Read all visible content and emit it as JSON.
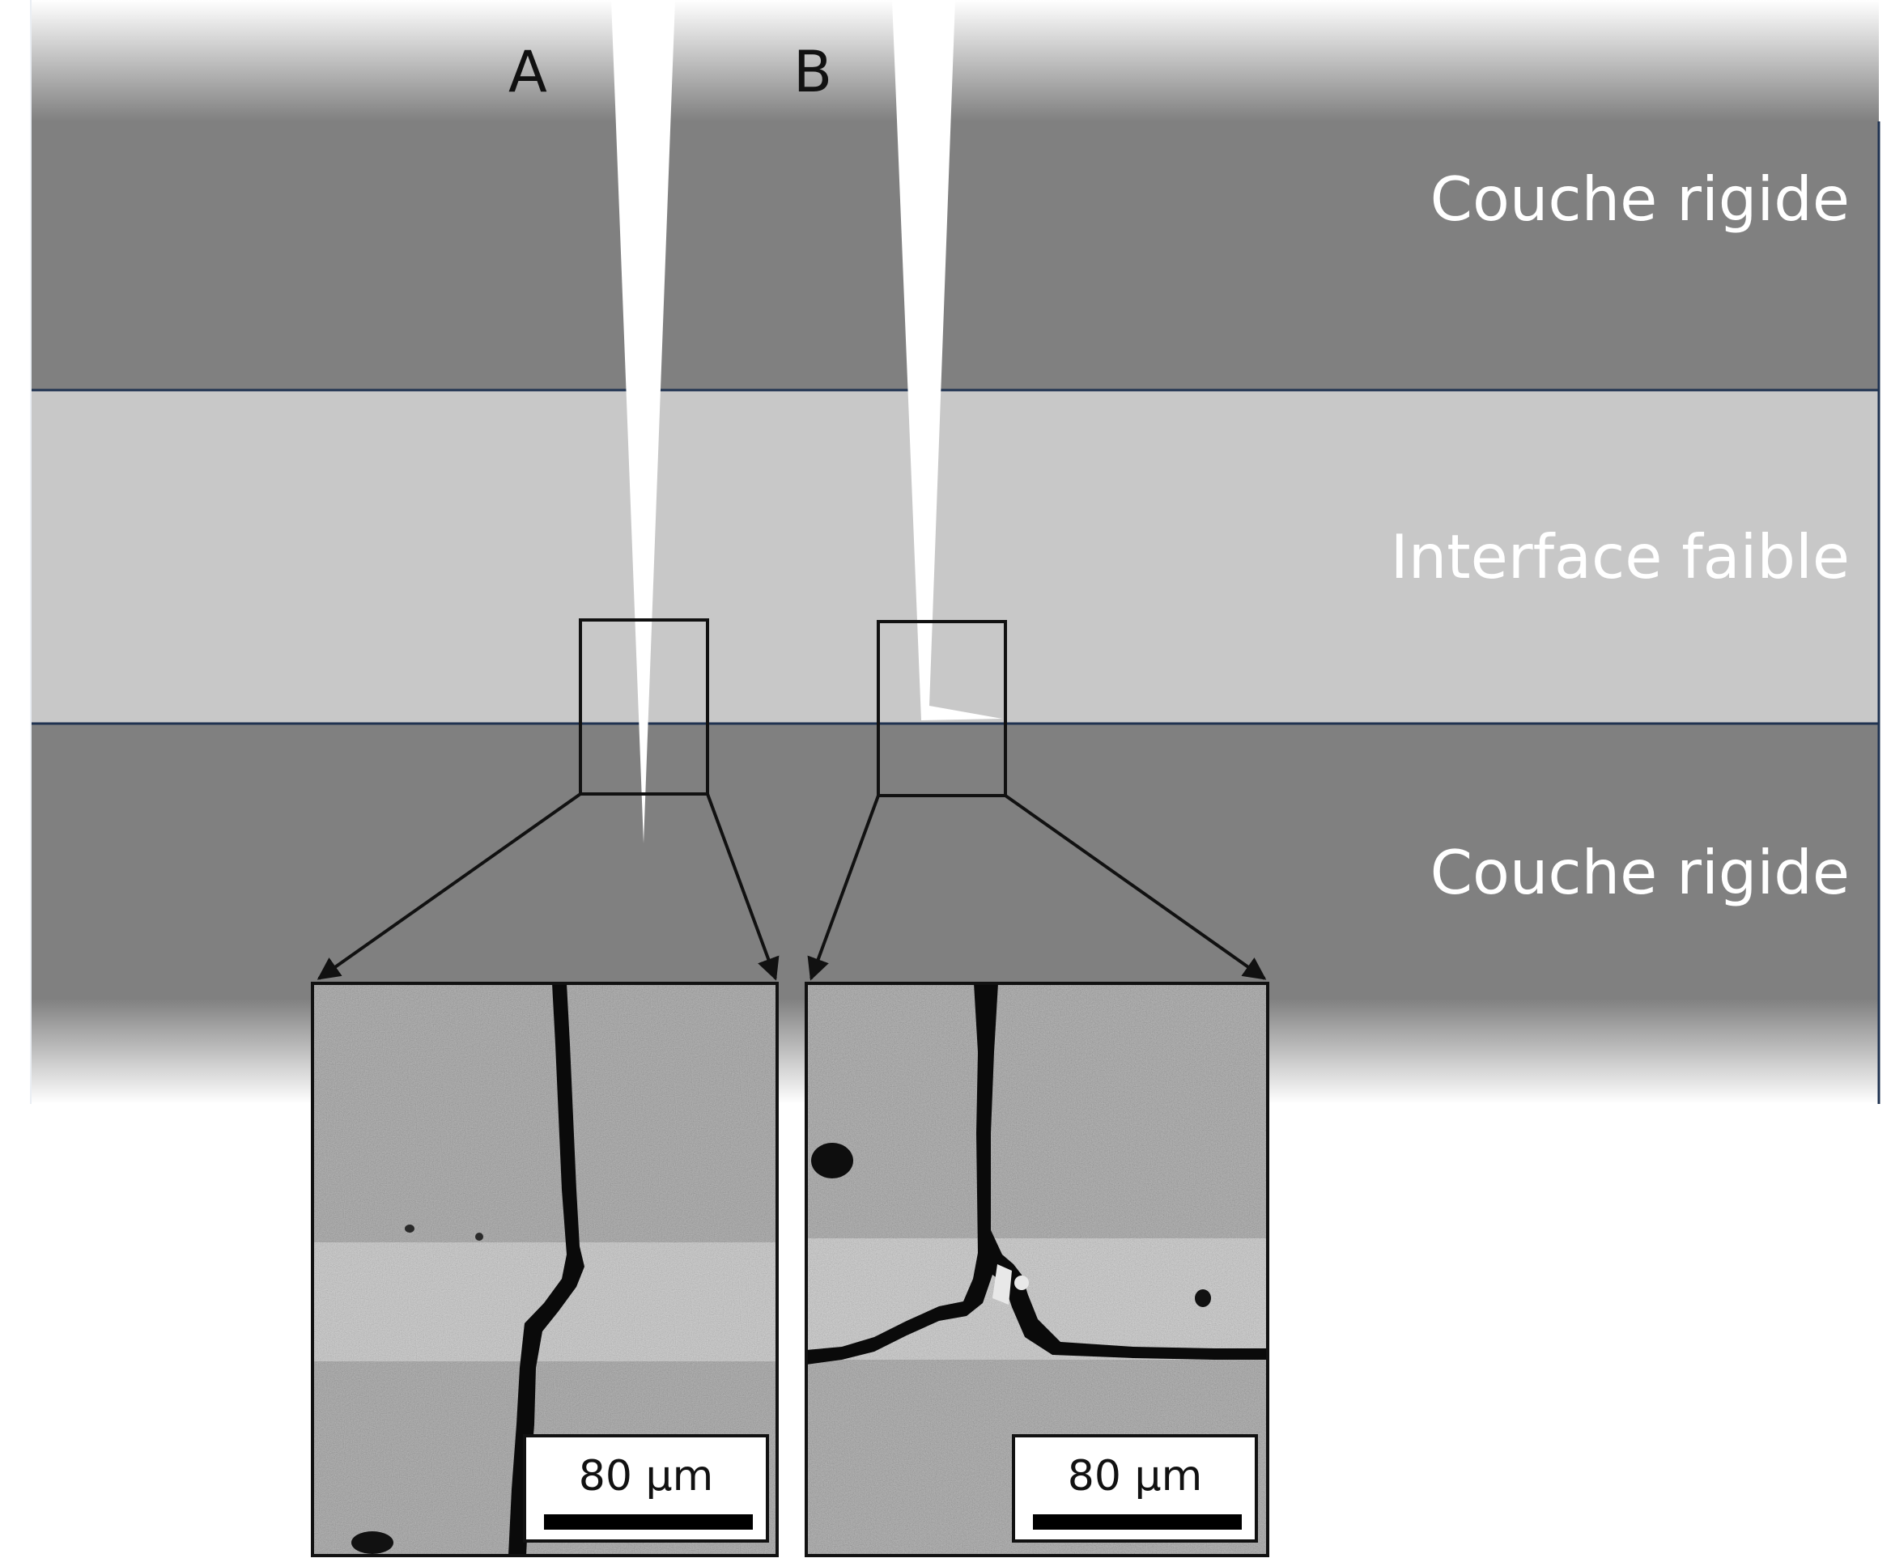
{
  "layers": {
    "top_label": "Couche rigide",
    "middle_label": "Interface faible",
    "bottom_label": "Couche rigide"
  },
  "cracks": {
    "a_label": "A",
    "b_label": "B"
  },
  "insets": {
    "a_scale_bar": "80 µm",
    "b_scale_bar": "80 µm"
  },
  "colors": {
    "rigid_layer": "#808080",
    "weak_interface": "#c8c8c8",
    "layer_boundary": "#1f3250",
    "crack": "#ffffff"
  }
}
